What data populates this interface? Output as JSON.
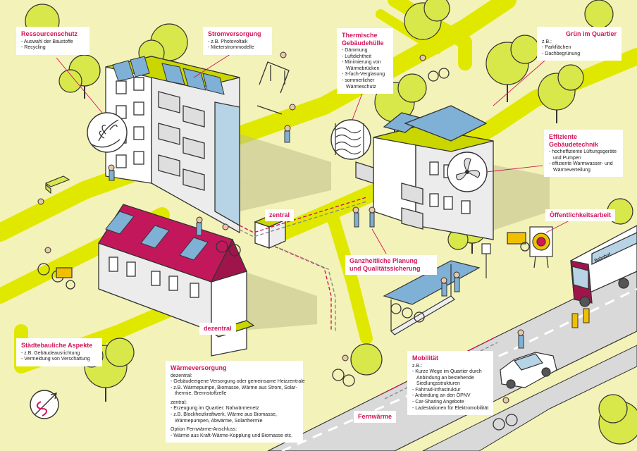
{
  "colors": {
    "background": "#f3f2b8",
    "path": "#e1e800",
    "road": "#d9d9d9",
    "accent": "#d4145a",
    "roof": "#c2185b",
    "tree": "#d8e84a",
    "outline": "#333333"
  },
  "labels": {
    "ressourcenschutz": {
      "title": "Ressourcenschutz",
      "items": [
        "- Auswahl der Baustoffe",
        "- Recycling"
      ]
    },
    "stromversorgung": {
      "title": "Stromversorgung",
      "items": [
        "- z.B. Photovoltaik",
        "- Mieterstrommodelle"
      ]
    },
    "thermische": {
      "title_line1": "Thermische",
      "title_line2": "Gebäudehülle",
      "items": [
        "- Dämmung",
        "- Luftdichtheit",
        "- Minimierung von",
        "  Wärmebrücken",
        "- 3-fach-Verglasung",
        "- sommerlicher",
        "  Wärmeschutz"
      ]
    },
    "gruen": {
      "title": "Grün im Quartier",
      "intro": "z.B.:",
      "items": [
        "- Parkflächen",
        "- Dachbegrünung"
      ]
    },
    "effiziente": {
      "title_line1": "Effiziente",
      "title_line2": "Gebäudetechnik",
      "items": [
        "- hocheffiziente Lüftungsgeräte",
        "  und Pumpen",
        "- effiziente Warmwasser- und",
        "  Wärmeverteilung"
      ]
    },
    "oeffentlichkeit": {
      "title": "Öffentlichkeitsarbeit"
    },
    "zentral": {
      "title": "zentral"
    },
    "dezentral": {
      "title": "dezentral"
    },
    "ganzheitliche": {
      "title_line1": "Ganzheitliche Planung",
      "title_line2": "und Qualitätssicherung"
    },
    "staedtebau": {
      "title": "Städtebauliche Aspekte",
      "items": [
        "- z.B. Gebäudeausrichtung",
        "- Vermeidung von Verschattung"
      ]
    },
    "waerme": {
      "title": "Wärmeversorgung",
      "dezentral_head": "dezentral:",
      "dezentral_items": [
        "- Gebäudeeigene Versorgung oder gemeinsame Heizzentrale",
        "- z.B. Wärmepumpe, Biomasse, Wärme aus Strom, Solar-",
        "  thermie, Brennstoffzelle"
      ],
      "zentral_head": "zentral:",
      "zentral_items": [
        "- Erzeugung im Quartier: Nahwärmenetz",
        "- z.B. Blockheizkraftwerk, Wärme aus Biomasse,",
        "  Wärmepumpen, Abwärme, Solarthermie"
      ],
      "option_head": "Option Fernwärme-Anschluss:",
      "option_items": [
        "- Wärme aus Kraft-Wärme-Kopplung und Biomasse etc."
      ]
    },
    "fernwaerme": {
      "title": "Fernwärme"
    },
    "mobilitaet": {
      "title": "Mobilität",
      "intro": "z.B.:",
      "items": [
        "- Kurze Wege im Quartier durch",
        "  Anbindung an bestehende",
        "  Siedlungsstrukturen",
        "- Fahrrad-Infrastruktur",
        "- Anbindung an den ÖPNV",
        "- Car-Sharing Angebote",
        "- Ladestationen für Elektromobilität"
      ]
    }
  },
  "bus": {
    "sign": "Bahnhof"
  }
}
